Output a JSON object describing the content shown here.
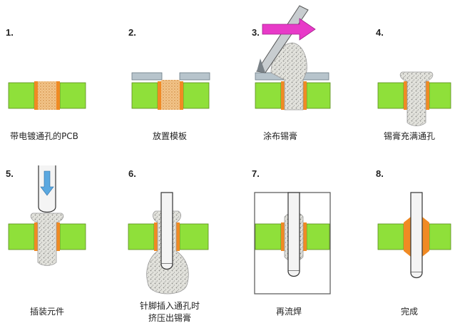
{
  "steps": [
    {
      "number": "1.",
      "caption": [
        "带电镀通孔的PCB"
      ]
    },
    {
      "number": "2.",
      "caption": [
        "放置模板"
      ]
    },
    {
      "number": "3.",
      "caption": [
        "涂布锡膏"
      ]
    },
    {
      "number": "4.",
      "caption": [
        "锡膏充满通孔"
      ]
    },
    {
      "number": "5.",
      "caption": [
        "插装元件"
      ]
    },
    {
      "number": "6.",
      "caption": [
        "针脚插入通孔时",
        "挤压出锡膏"
      ]
    },
    {
      "number": "7.",
      "caption": [
        "再流焊"
      ]
    },
    {
      "number": "8.",
      "caption": [
        "完成"
      ]
    }
  ],
  "colors": {
    "board": "#8fe03a",
    "board_edge": "#5a8a1e",
    "plating": "#f08a24",
    "stencil": "#b7c4cc",
    "paste": "#e2e2dc",
    "arrow": "#e83ac8",
    "push": "#5aa8e0"
  }
}
